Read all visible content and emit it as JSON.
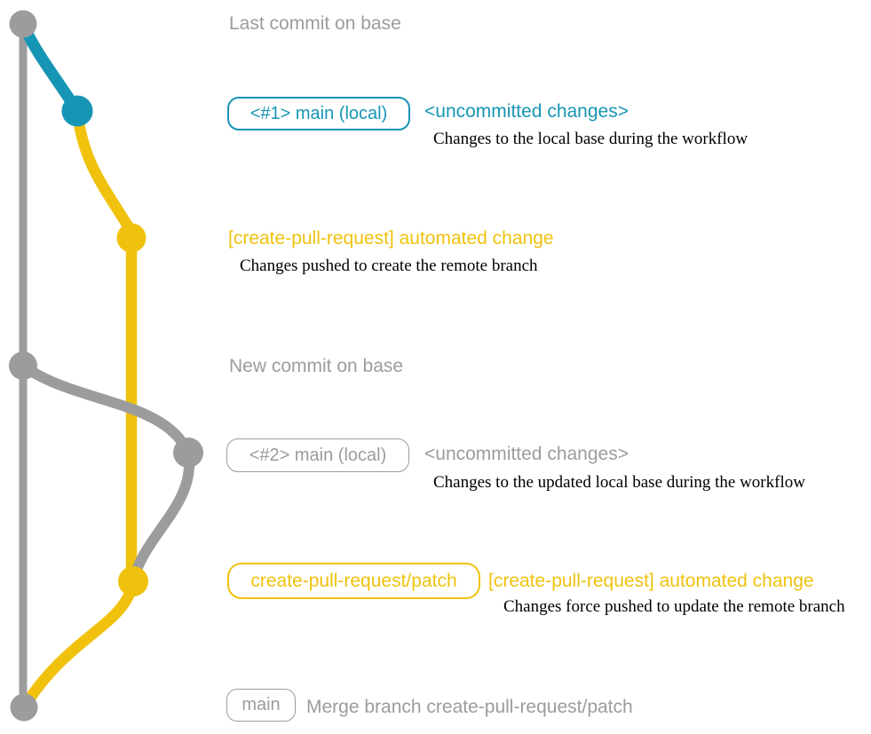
{
  "colors": {
    "blue": "#1795b5",
    "yellow": "#f0c20e",
    "gray": "#9c9c9c"
  },
  "rows": {
    "r1": {
      "title": "Last commit on base"
    },
    "r2": {
      "branch_label": "<#1> main (local)",
      "status": "<uncommitted changes>",
      "caption": "Changes to the local base during the workflow"
    },
    "r3": {
      "heading": "[create-pull-request] automated change",
      "caption": "Changes pushed to create the remote branch"
    },
    "r4": {
      "title": "New commit on base"
    },
    "r5": {
      "branch_label": "<#2> main (local)",
      "status": "<uncommitted changes>",
      "caption": "Changes to the updated local base during the workflow"
    },
    "r6": {
      "branch_label": "create-pull-request/patch",
      "heading": "[create-pull-request] automated change",
      "caption": "Changes force pushed to update the remote branch"
    },
    "r7": {
      "branch_label": "main",
      "message": "Merge branch create-pull-request/patch"
    }
  }
}
